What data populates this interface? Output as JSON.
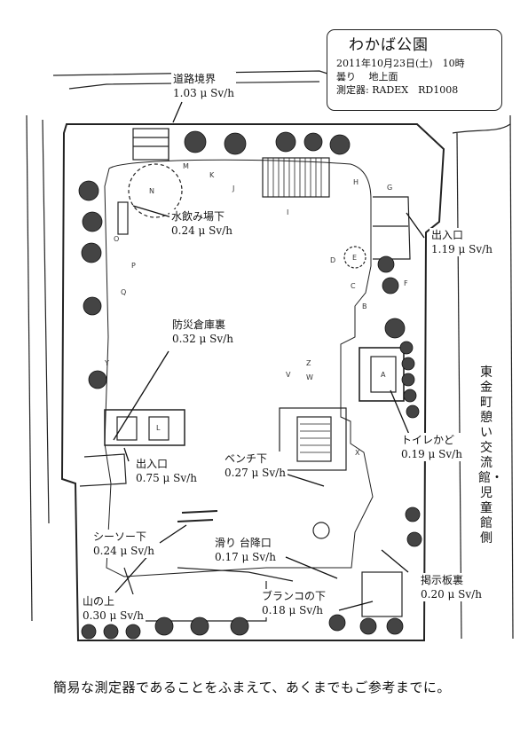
{
  "info": {
    "park_name": "わかば公園",
    "date_line": "2011年10月23日(土)　10時",
    "weather_line": "曇り　 地上面",
    "device_line": "測定器: RADEX　RD1008"
  },
  "points": [
    {
      "id": "road",
      "name": "道路境界",
      "value": "1.03 μ Sv/h"
    },
    {
      "id": "fountain",
      "name": "水飲み場下",
      "value": "0.24 μ Sv/h"
    },
    {
      "id": "entrance-east",
      "name": "出入口",
      "value": "1.19 μ Sv/h"
    },
    {
      "id": "storage",
      "name": "防災倉庫裏",
      "value": "0.32 μ Sv/h"
    },
    {
      "id": "toilet",
      "name": "トイレかど",
      "value": "0.19 μ Sv/h"
    },
    {
      "id": "entrance-west",
      "name": "出入口",
      "value": "0.75 μ Sv/h"
    },
    {
      "id": "bench",
      "name": "ベンチ下",
      "value": "0.27 μ Sv/h"
    },
    {
      "id": "seesaw",
      "name": "シーソー下",
      "value": "0.24 μ Sv/h"
    },
    {
      "id": "slide",
      "name": "滑り 台降口",
      "value": "0.17 μ Sv/h"
    },
    {
      "id": "board",
      "name": "掲示板裏",
      "value": "0.20 μ Sv/h"
    },
    {
      "id": "mound",
      "name": "山の上",
      "value": "0.30 μ Sv/h"
    },
    {
      "id": "swing",
      "name": "ブランコの下",
      "value": "0.18 μ Sv/h"
    }
  ],
  "side_label": "東金町憩い交流館・児童館側",
  "footer": "簡易な測定器であることをふまえて、あくまでもご参考までに。",
  "map_glyphs": [
    "I",
    "J",
    "K",
    "D",
    "M",
    "N",
    "O",
    "P",
    "Q",
    "C",
    "B",
    "A",
    "E",
    "F",
    "G",
    "H",
    "L",
    "V",
    "W",
    "X",
    "Y",
    "Z"
  ]
}
